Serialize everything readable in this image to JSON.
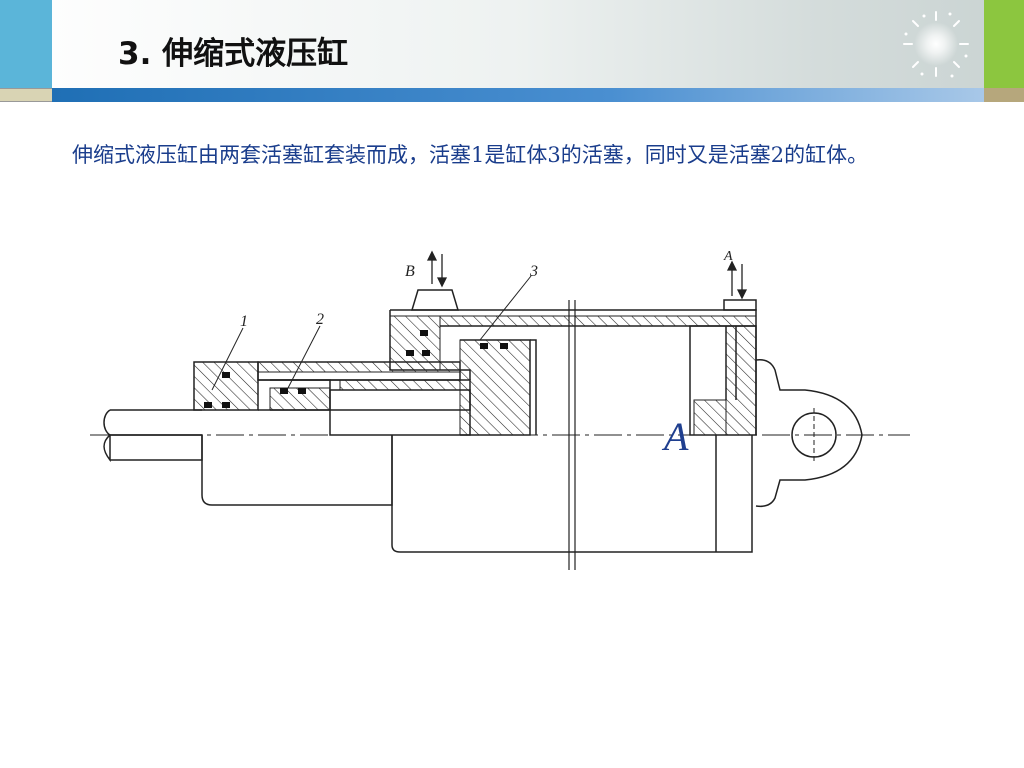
{
  "slide": {
    "title": "3. 伸缩式液压缸",
    "description": "伸缩式液压缸由两套活塞缸套装而成，活塞1是缸体3的活塞，同时又是活塞2的缸体。"
  },
  "diagram": {
    "labels": {
      "piece1": "1",
      "piece2": "2",
      "piece3": "3",
      "port_b": "B",
      "port_a": "A",
      "big_a": "A"
    }
  },
  "colors": {
    "accent_blue": "#1f6fb5",
    "text_blue": "#1a3d8c",
    "left_block": "#5bb5d9",
    "right_block": "#8cc63f"
  }
}
